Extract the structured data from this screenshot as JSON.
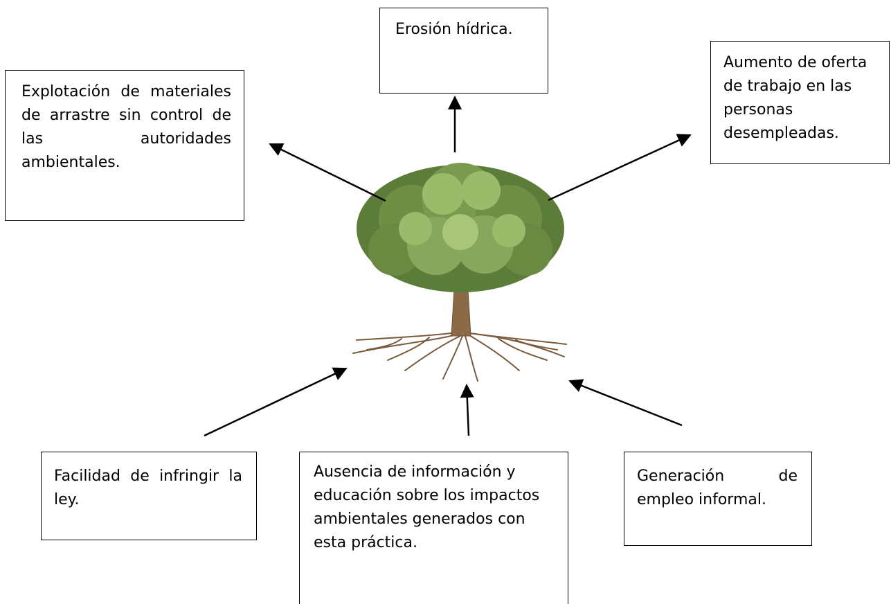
{
  "nodes": {
    "explotacion": "Explotación de materiales de arrastre sin control de las autoridades ambientales.",
    "erosion": "Erosión hídrica.",
    "aumento": "Aumento de oferta de trabajo en las personas desempleadas.",
    "facilidad": "Facilidad de infringir la ley.",
    "ausencia": "Ausencia de información y educación sobre los impactos ambientales generados con esta práctica.",
    "generacion": "Generación de empleo informal."
  },
  "colors": {
    "leaves_dark": "#5c7d3a",
    "leaves_light": "#9bbb6b",
    "trunk": "#8b6a48",
    "roots": "#7a5a3a"
  },
  "icons": {
    "center": "tree-icon"
  }
}
